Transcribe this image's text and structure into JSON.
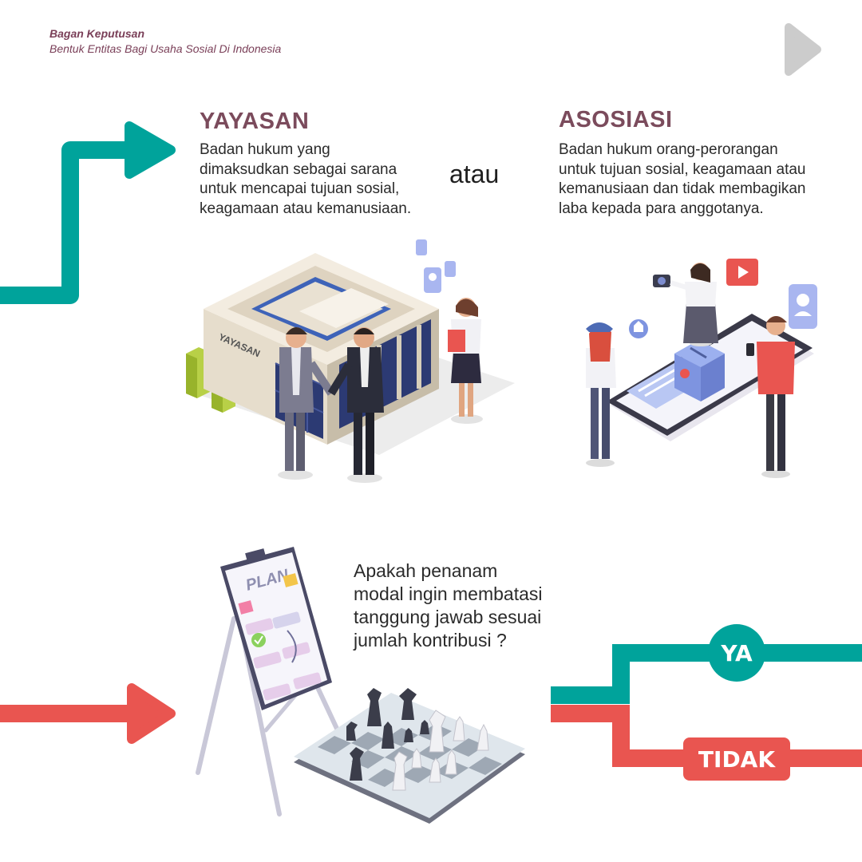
{
  "header": {
    "title": "Bagan Keputusan",
    "subtitle": "Bentuk Entitas Bagi Usaha Sosial Di Indonesia"
  },
  "yayasan": {
    "title": "YAYASAN",
    "desc_lines": [
      "Badan hukum yang",
      "dimaksudkan sebagai sarana",
      "untuk mencapai tujuan sosial,",
      "keagamaan atau kemanusiaan."
    ],
    "sign": "YAYASAN"
  },
  "connector": "atau",
  "asosiasi": {
    "title": "ASOSIASI",
    "desc_lines": [
      "Badan hukum orang-perorangan",
      "untuk tujuan sosial, keagamaan atau",
      "kemanusiaan dan tidak membagikan",
      "laba kepada para anggotanya."
    ]
  },
  "question": {
    "lines": [
      "Apakah penanam",
      "modal ingin membatasi",
      "tanggung jawab sesuai",
      "jumlah kontribusi ?"
    ]
  },
  "board_label": "PLAN",
  "branches": {
    "yes": "YA",
    "no": "TIDAK"
  },
  "colors": {
    "teal": "#00a39b",
    "red": "#e95550",
    "heading": "#7b4b5c",
    "next_arrow": "#cccccc"
  },
  "icons": [
    "next-arrow-icon",
    "teal-flow-arrow",
    "red-flow-arrow",
    "building-illustration",
    "phone-donation-illustration",
    "plan-board-illustration",
    "chessboard-illustration"
  ]
}
